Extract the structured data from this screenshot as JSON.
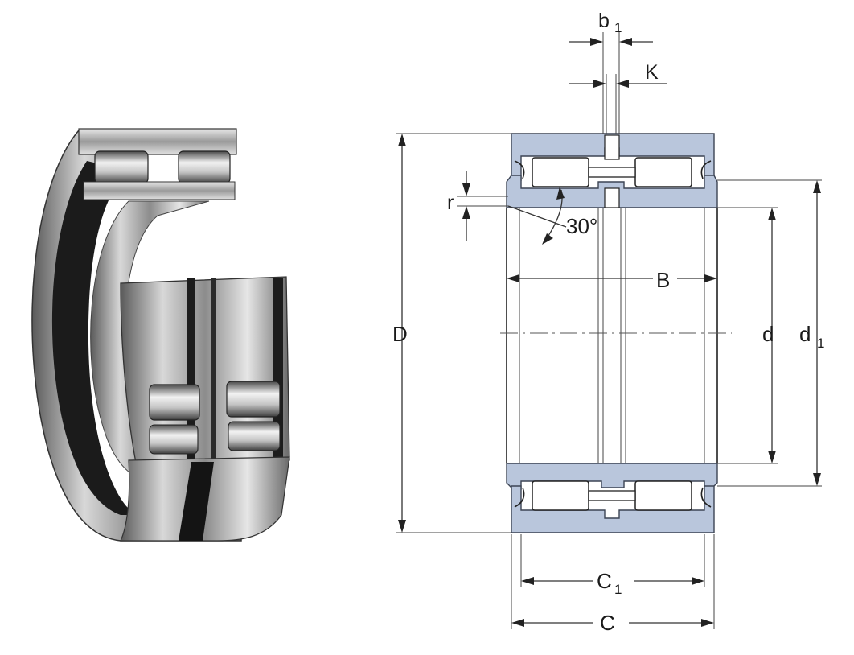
{
  "labels": {
    "b1_main": "b",
    "b1_sub": "1",
    "K": "K",
    "r": "r",
    "angle": "30°",
    "D": "D",
    "B": "B",
    "d": "d",
    "d1_main": "d",
    "d1_sub": "1",
    "C1_main": "C",
    "C1_sub": "1",
    "C": "C"
  },
  "colors": {
    "ring_fill": "#b9c6dc",
    "line": "#222222"
  }
}
